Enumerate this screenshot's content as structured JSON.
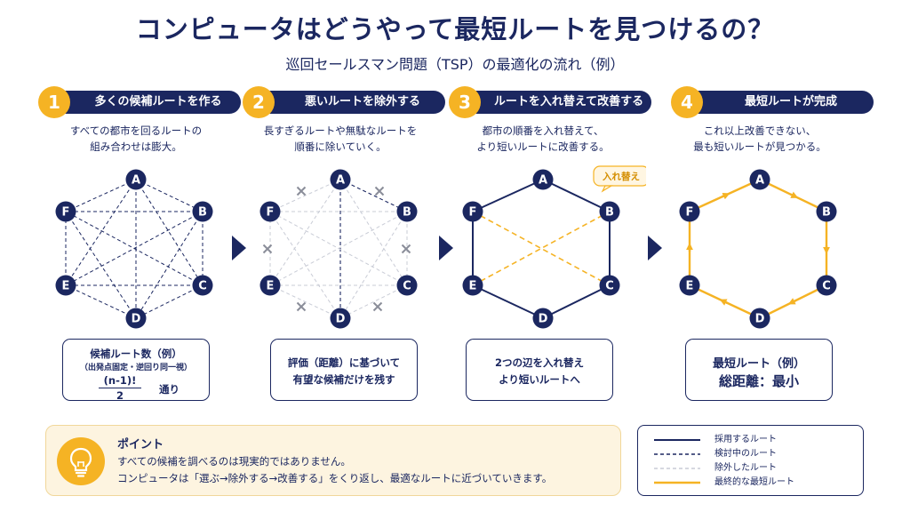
{
  "title": "コンピュータはどうやって最短ルートを見つけるの？",
  "subtitle": "巡回セールスマン問題（TSP）の最適化の流れ（例）",
  "colors": {
    "navy": "#1b2760",
    "accent": "#f5b324",
    "faint": "#c9ccd6"
  },
  "node_labels": {
    "A": "A",
    "B": "B",
    "C": "C",
    "D": "D",
    "E": "E",
    "F": "F"
  },
  "steps": [
    {
      "number": "1",
      "label": "多くの候補ルートを作る",
      "desc_line1": "すべての都市を回るルートの",
      "desc_line2": "組み合わせは膨大。",
      "box_line1": "候補ルート数（例）",
      "box_line2": "（出発点固定・逆回り同一視）",
      "formula_num": "(n-1)!",
      "formula_den": "2",
      "formula_suffix": "通り"
    },
    {
      "number": "2",
      "label": "悪いルートを除外する",
      "desc_line1": "長すぎるルートや無駄なルートを",
      "desc_line2": "順番に除いていく。",
      "box_line1": "評価（距離）に基づいて",
      "box_line2": "有望な候補だけを残す"
    },
    {
      "number": "3",
      "label": "ルートを入れ替えて改善する",
      "desc_line1": "都市の順番を入れ替えて、",
      "desc_line2": "より短いルートに改善する。",
      "tag": "入れ替え",
      "box_line1": "2つの辺を入れ替え",
      "box_line2": "より短いルートへ"
    },
    {
      "number": "4",
      "label": "最短ルートが完成",
      "desc_line1": "これ以上改善できない、",
      "desc_line2": "最も短いルートが見つかる。",
      "box_line1": "最短ルート（例）",
      "box_line2": "総距離：最小"
    }
  ],
  "point": {
    "title": "ポイント",
    "line1": "すべての候補を調べるのは現実的ではありません。",
    "line2": "コンピュータは「選ぶ→除外する→改善する」をくり返し、最適なルートに近づいていきます。"
  },
  "legend": [
    {
      "label": "採用するルート"
    },
    {
      "label": "検討中のルート"
    },
    {
      "label": "除外したルート"
    },
    {
      "label": "最終的な最短ルート"
    }
  ]
}
